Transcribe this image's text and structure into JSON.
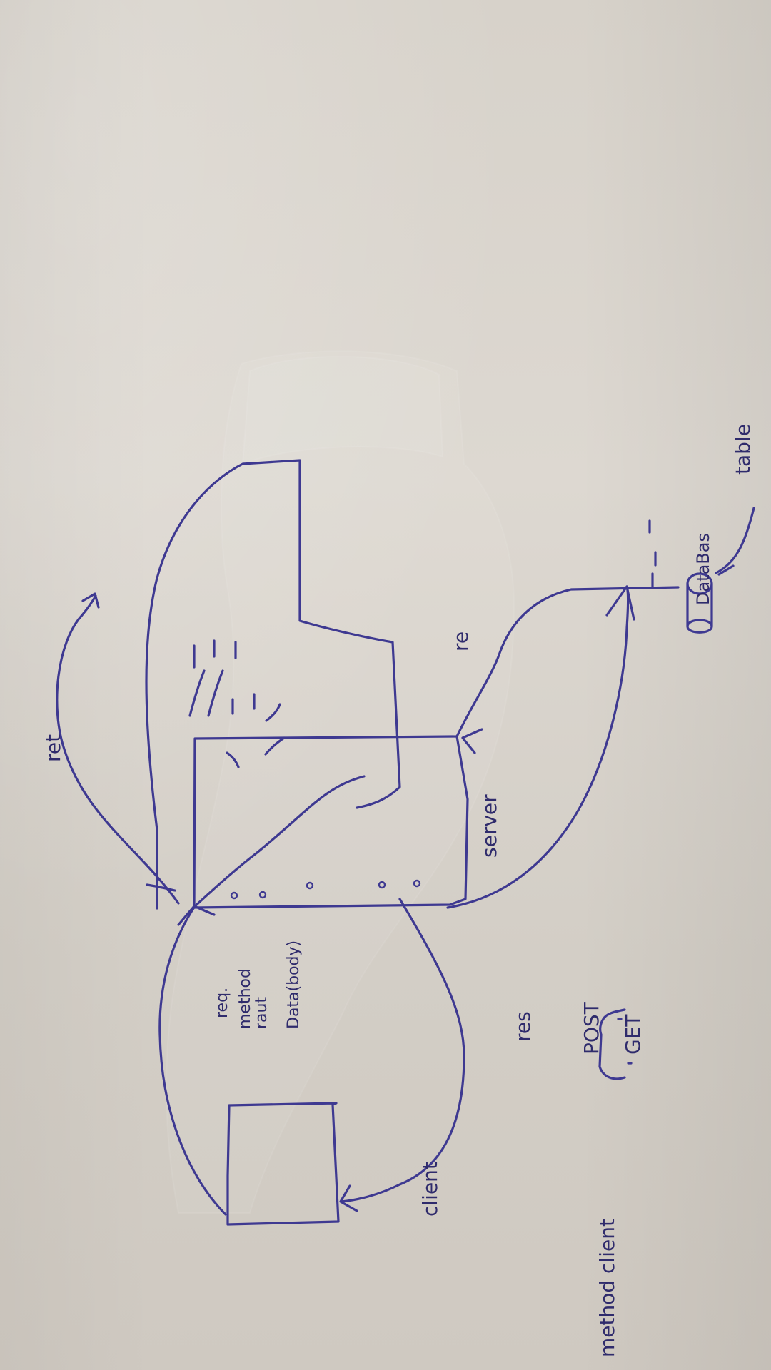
{
  "labels": {
    "table": "table",
    "database": "DataBas",
    "ret": "ret",
    "res_upper": "re",
    "server": "server",
    "req": "req.",
    "method": "method",
    "raut": "raut",
    "data_body": "Data(body)",
    "res_lower": "res",
    "client": "client",
    "method_client": "method client",
    "post": "POST",
    "get": "GET"
  }
}
